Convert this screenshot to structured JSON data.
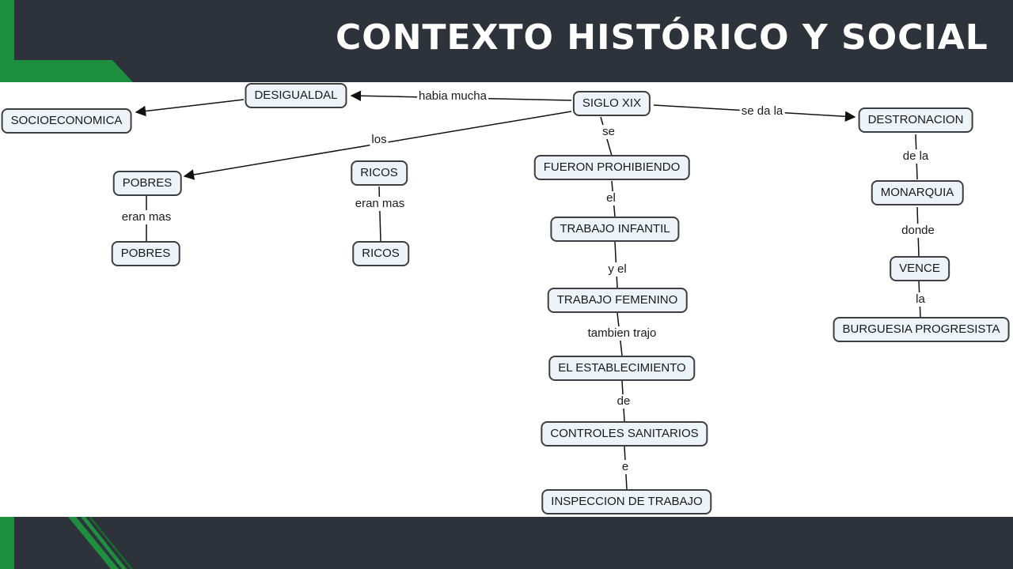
{
  "slide": {
    "title": "CONTEXTO HISTÓRICO Y SOCIAL"
  },
  "concept_map": {
    "nodes": {
      "siglo_xix": "SIGLO XIX",
      "desigualdal": "DESIGUALDAL",
      "socioeconomica": "SOCIOECONOMICA",
      "pobres_1": "POBRES",
      "pobres_2": "POBRES",
      "ricos_1": "RICOS",
      "ricos_2": "RICOS",
      "fueron_prohibiendo": "FUERON PROHIBIENDO",
      "trabajo_infantil": "TRABAJO INFANTIL",
      "trabajo_femenino": "TRABAJO FEMENINO",
      "el_establecimiento": "EL ESTABLECIMIENTO",
      "controles_sanitarios": "CONTROLES SANITARIOS",
      "inspeccion_de_trabajo": "INSPECCION DE TRABAJO",
      "destronacion": "DESTRONACION",
      "monarquia": "MONARQUIA",
      "vence": "VENCE",
      "burguesia_progresista": "BURGUESIA PROGRESISTA"
    },
    "links": {
      "habia_mucha": "habia mucha",
      "se_da_la": "se da la",
      "los": "los",
      "se": "se",
      "eran_mas_pobres": "eran mas",
      "eran_mas_ricos": "eran mas",
      "el": "el",
      "y_el": "y el",
      "tambien_trajo": "tambien trajo",
      "de": "de",
      "e": "e",
      "de_la": "de la",
      "donde": "donde",
      "la": "la"
    }
  },
  "colors": {
    "background_dark": "#2d323b",
    "accent_green": "#1e8f3e",
    "node_fill": "#eef3f7",
    "node_border": "#3b3f44"
  }
}
